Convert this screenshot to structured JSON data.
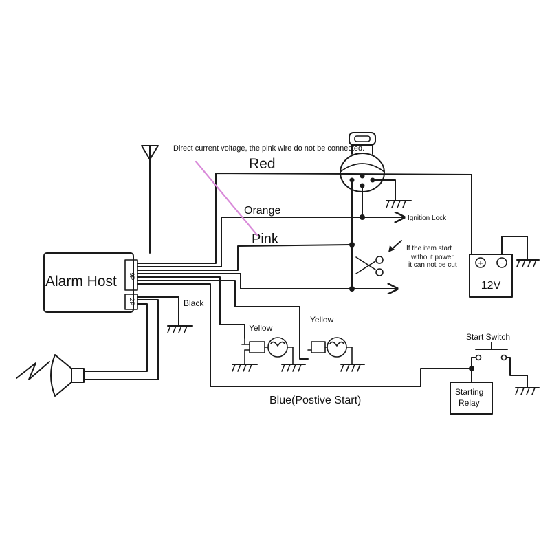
{
  "note": "Direct current voltage, the pink wire do not be connected.",
  "host": {
    "label": "Alarm Host",
    "pin9": "9P",
    "pin2": "2P"
  },
  "wires": {
    "red": "Red",
    "orange": "Orange",
    "pink": "Pink",
    "black": "Black",
    "yellow_left": "Yellow",
    "yellow_right": "Yellow",
    "blue": "Blue(Postive Start)"
  },
  "ignition_label": "Ignition Lock",
  "cut_note": [
    "If the item start",
    "without power,",
    "it can not be cut"
  ],
  "battery": {
    "plus": "+",
    "minus": "−",
    "voltage": "12V"
  },
  "start_switch_label": "Start Switch",
  "relay_label": [
    "Starting",
    "Relay"
  ],
  "colors": {
    "ink": "#1a1a1a",
    "pink_wire": "#d98ad9",
    "background": "#ffffff"
  }
}
